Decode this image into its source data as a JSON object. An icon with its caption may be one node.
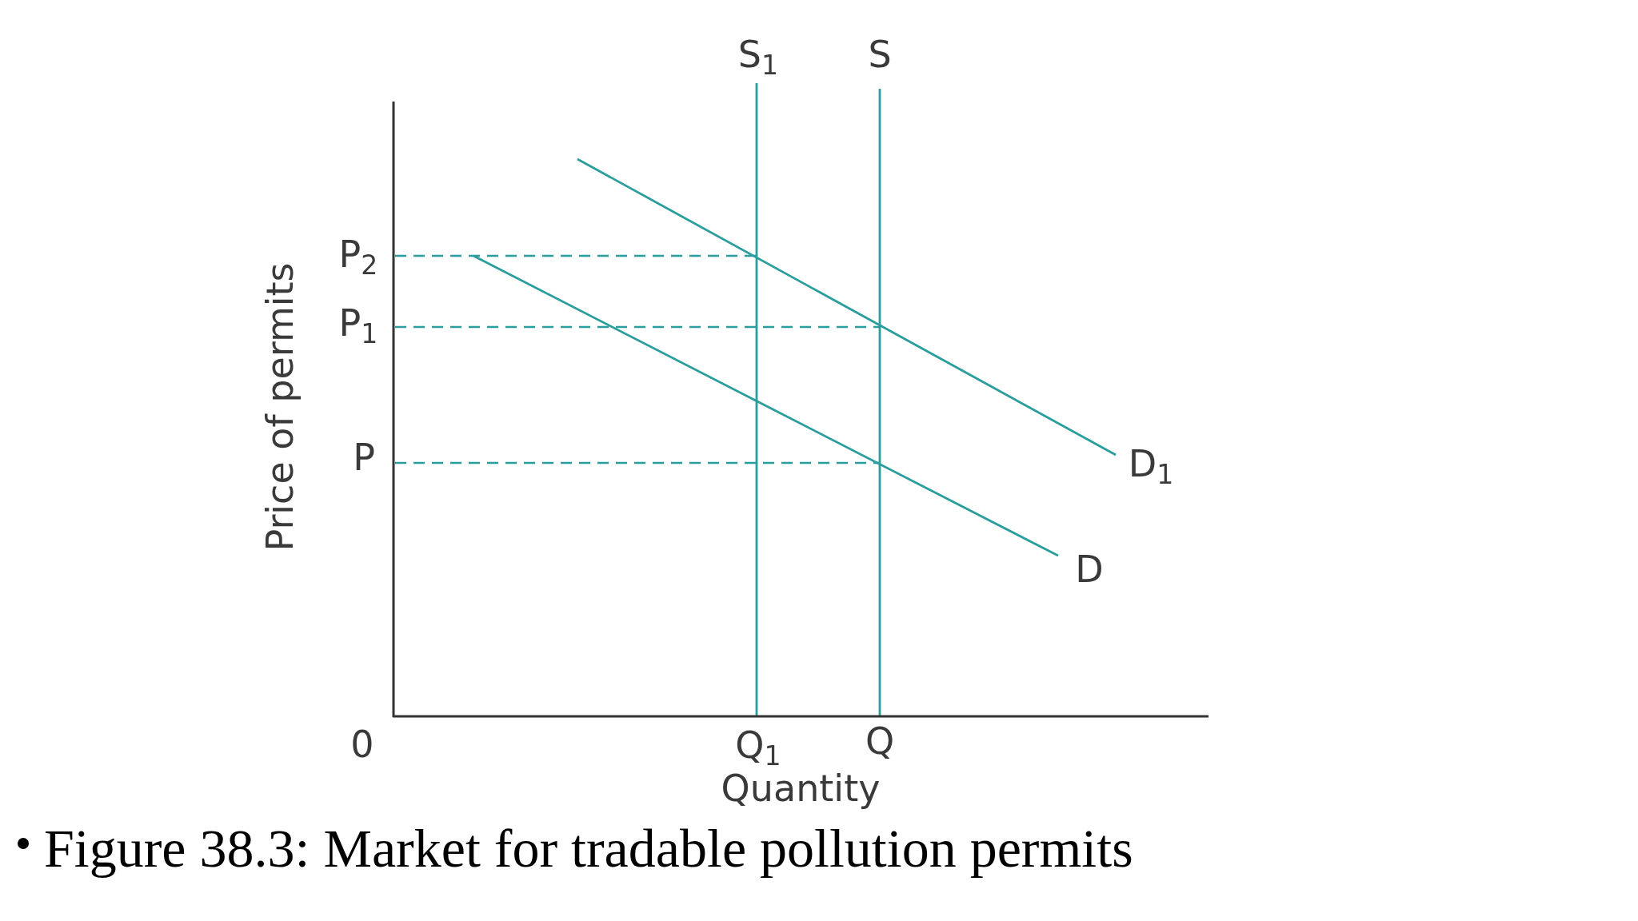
{
  "diagram": {
    "caption": "Figure 38.3: Market for tradable pollution permits",
    "labels": [
      "S$_{1}$",
      "S",
      "P$_{2}$",
      "P$_{1}$",
      "P",
      "D$_{1}$",
      "D",
      "0",
      "Q$_{1}$",
      "Q",
      "Quantity",
      "Price of permits"
    ]
  }
}
